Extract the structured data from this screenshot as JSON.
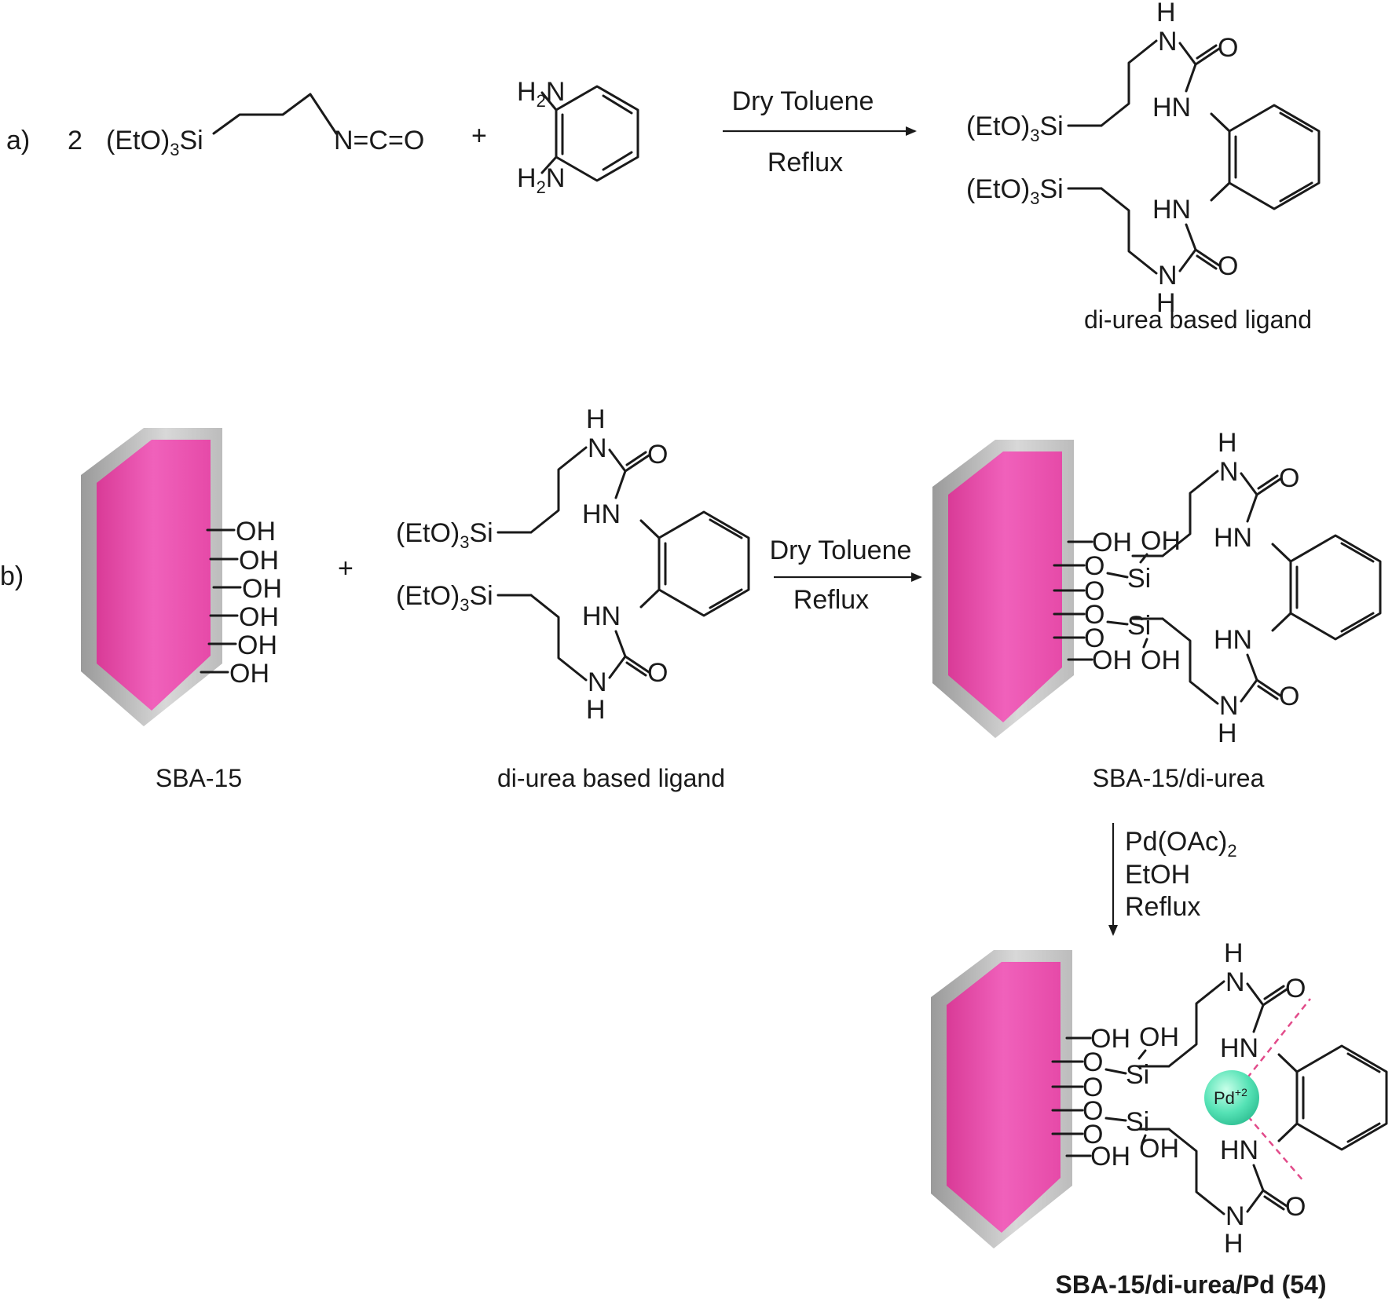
{
  "scheme": {
    "part_a": {
      "letter": "a)",
      "coefficient": "2",
      "silane_prefix": "(EtO)",
      "silane_sub": "3",
      "silane_suffix": "Si",
      "isocyanate": "N=C=O",
      "plus": "+",
      "amine_top_h": "H",
      "amine_top_sub": "2",
      "amine_top_n": "N",
      "amine_bottom_h": "H",
      "amine_bottom_sub": "2",
      "amine_bottom_n": "N",
      "condition_top": "Dry Toluene",
      "condition_bottom": "Reflux",
      "product_caption": "di-urea based ligand"
    },
    "ligand": {
      "h": "H",
      "nh": "N",
      "o": "O",
      "hn": "HN",
      "etosi_prefix": "(EtO)",
      "etosi_sub": "3",
      "etosi_suffix": "Si"
    },
    "part_b": {
      "letter": "b)",
      "oh": "OH",
      "plus": "+",
      "sba_caption": "SBA-15",
      "ligand_caption": "di-urea based ligand",
      "condition_top": "Dry Toluene",
      "condition_bottom": "Reflux",
      "product_caption": "SBA-15/di-urea",
      "silyl_o": "O",
      "silyl_si": "Si"
    },
    "step3": {
      "reagent_prefix": "Pd(OAc)",
      "reagent_sub": "2",
      "solvent": "EtOH",
      "condition": "Reflux",
      "pd_label": "Pd",
      "pd_charge": "+2",
      "final_caption": "SBA-15/di-urea/Pd (54)"
    }
  },
  "colors": {
    "support_pink": "#e64aa8",
    "support_gray": "#bdbdbd",
    "pd_sphere": "#56e3b6",
    "pd_bond": "#e24b8a",
    "ink": "#1a1a1a"
  }
}
